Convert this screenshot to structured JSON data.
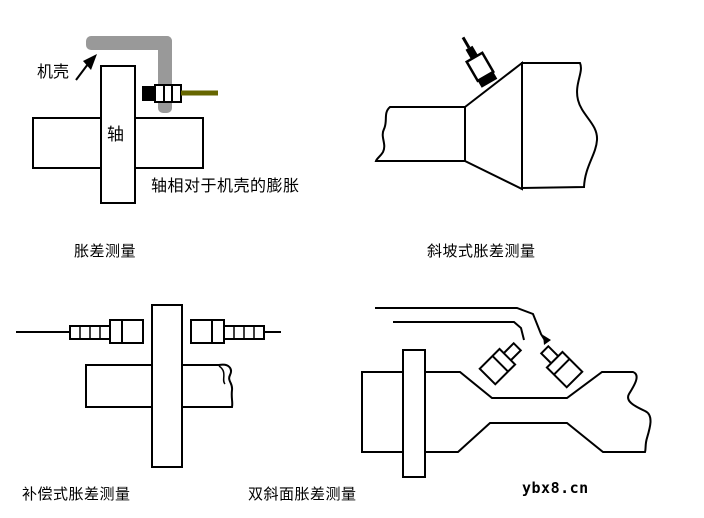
{
  "colors": {
    "line": "#000000",
    "casing_gray": "#999999",
    "cable_olive": "#666600",
    "text": "#000000",
    "watermark": "#000000"
  },
  "diagrams": {
    "top_left": {
      "caption": "胀差测量",
      "casing_label": "机壳",
      "shaft_label": "轴",
      "note": "轴相对于机壳的膨胀"
    },
    "top_right": {
      "caption": "斜坡式胀差测量"
    },
    "bottom_left": {
      "caption": "补偿式胀差测量"
    },
    "bottom_right": {
      "caption": "双斜面胀差测量"
    }
  },
  "watermark": {
    "text": "ybx8.cn"
  }
}
